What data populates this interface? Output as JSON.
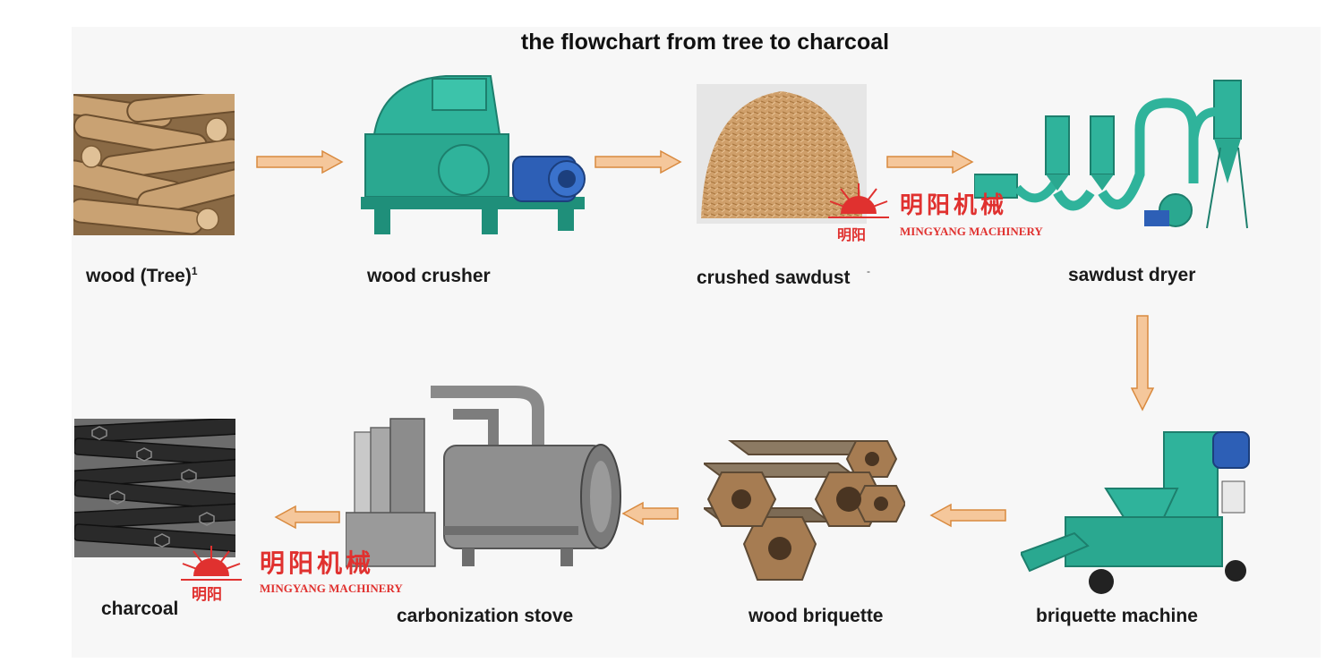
{
  "title": "the flowchart from tree to charcoal",
  "steps": [
    {
      "label": "wood (Tree)",
      "superscript": "1"
    },
    {
      "label": "wood crusher"
    },
    {
      "label": "crushed sawdust"
    },
    {
      "label": "sawdust dryer"
    },
    {
      "label": "briquette machine"
    },
    {
      "label": "wood briquette"
    },
    {
      "label": "carbonization stove"
    },
    {
      "label": "charcoal"
    }
  ],
  "watermark": {
    "cn": "明阳机械",
    "cn_short": "明阳",
    "en": "MINGYANG MACHINERY"
  },
  "stray_mark": "-",
  "colors": {
    "arrow_fill": "#f5c79b",
    "arrow_stroke": "#d98a3f",
    "watermark": "#e0312f",
    "machine_teal": "#2fb39b",
    "stove_gray": "#8c8c8c",
    "charcoal": "#2a2a2a",
    "wood": "#b38a5b"
  }
}
